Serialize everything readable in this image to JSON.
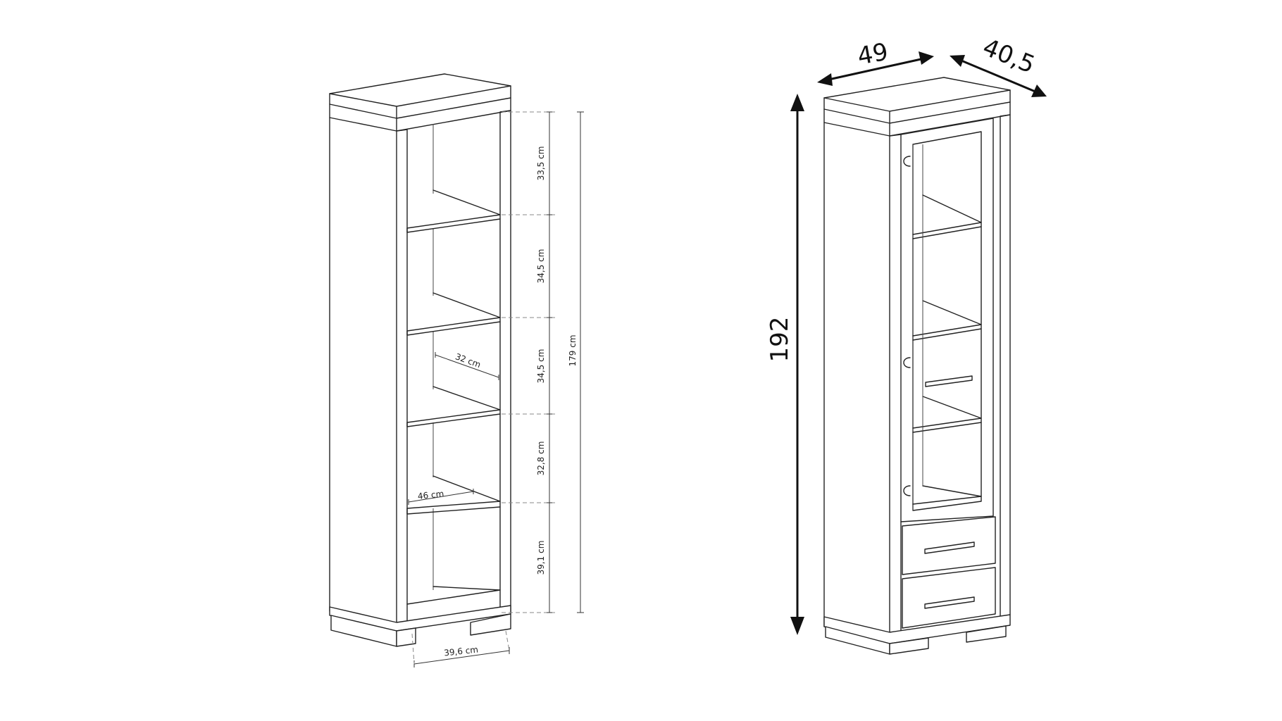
{
  "left_drawing": {
    "shelf_spacing": [
      "33,5 cm",
      "34,5 cm",
      "34,5 cm",
      "32,8 cm",
      "39,1 cm"
    ],
    "inner_height": "179 cm",
    "shelf_depth": "32 cm",
    "inner_width": "46 cm",
    "base_width": "39,6 cm"
  },
  "right_drawing": {
    "width": "49",
    "depth": "40,5",
    "height": "192"
  }
}
